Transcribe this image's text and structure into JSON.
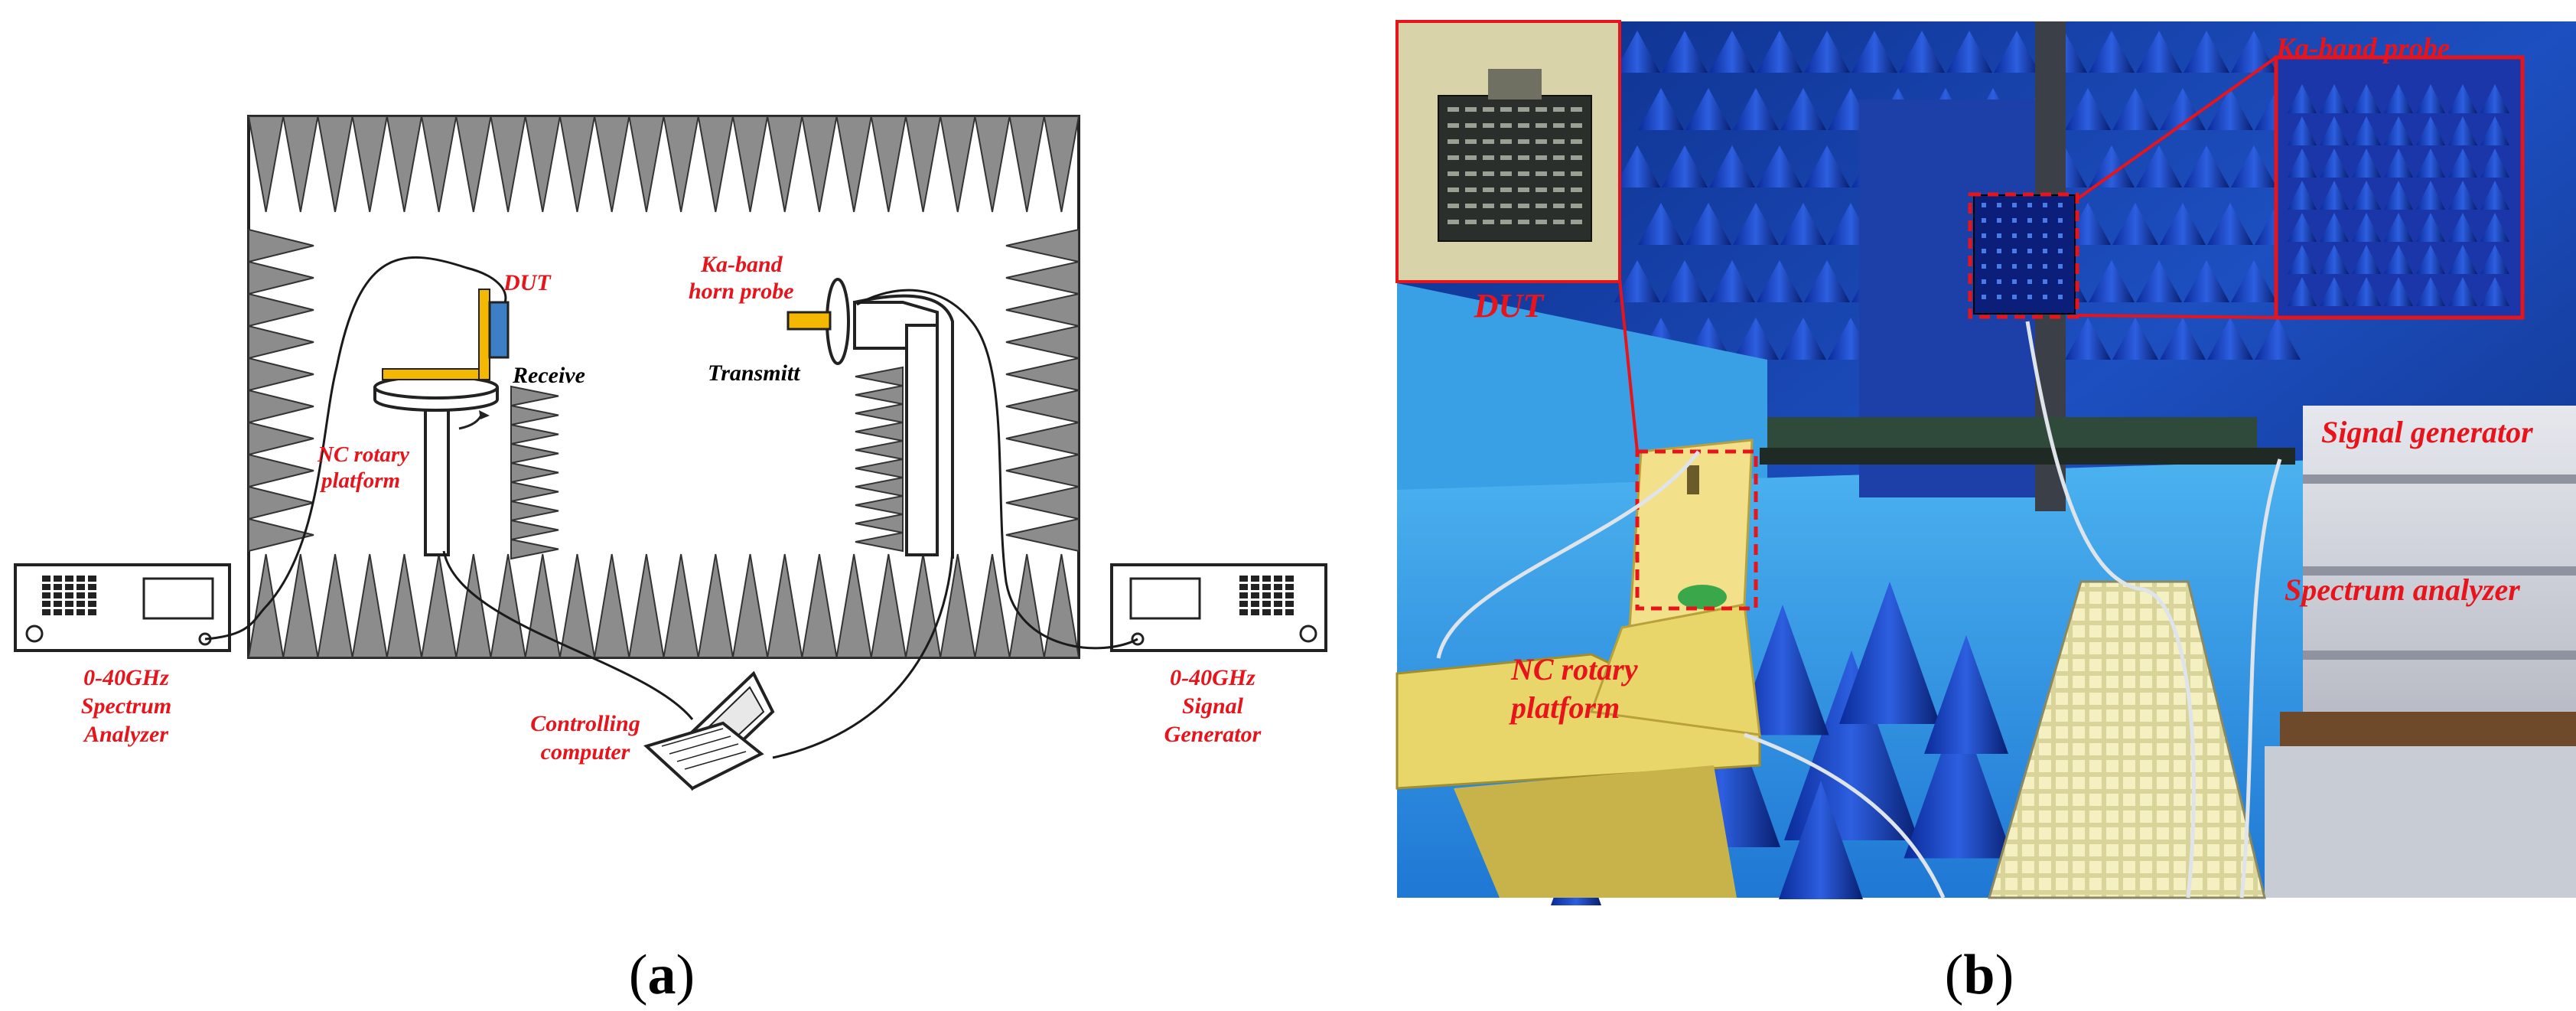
{
  "panel_a": {
    "caption_open": "(",
    "caption_letter": "a",
    "caption_close": ")",
    "labels": {
      "dut": "DUT",
      "receive": "Receive",
      "probe_line1": "Ka-band",
      "probe_line2": "horn probe",
      "transmitt": "Transmitt",
      "nc_line1": "NC rotary",
      "nc_line2": "platform",
      "sa_line1": "0-40GHz",
      "sa_line2": "Spectrum",
      "sa_line3": "Analyzer",
      "sg_line1": "0-40GHz",
      "sg_line2": "Signal",
      "sg_line3": "Generator",
      "pc_line1": "Controlling",
      "pc_line2": "computer"
    },
    "colors": {
      "label_red": "#e8141b",
      "dut_yellow": "#f5b800",
      "dut_blue": "#3d7fc4",
      "absorber_gray": "#8c8c8c"
    }
  },
  "panel_b": {
    "caption_open": "(",
    "caption_letter": "b",
    "caption_close": ")",
    "labels": {
      "dut": "DUT",
      "probe": "Ka-band probe",
      "signal_generator": "Signal generator",
      "spectrum_analyzer": "Spectrum analyzer",
      "nc_line1": "NC rotary",
      "nc_line2": "platform"
    },
    "colors": {
      "chamber_blue": "#1e62c8",
      "absorber_light": "#3aa0e6",
      "highlight_red": "#e8141b"
    }
  }
}
